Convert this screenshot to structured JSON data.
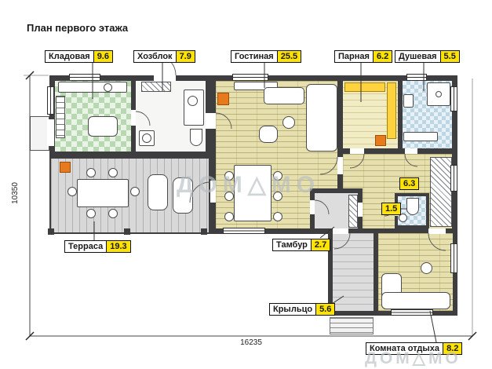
{
  "page": {
    "title": "План первого этажа"
  },
  "watermark": {
    "text": "ДОМ△МО"
  },
  "dims": {
    "width": "16235",
    "height": "10350"
  },
  "rooms": {
    "kladovaya": {
      "name": "Кладовая",
      "area": "9.6"
    },
    "hozblok": {
      "name": "Хозблок",
      "area": "7.9"
    },
    "gostinaya": {
      "name": "Гостиная",
      "area": "25.5"
    },
    "parnaya": {
      "name": "Парная",
      "area": "6.2"
    },
    "dushevaya": {
      "name": "Душевая",
      "area": "5.5"
    },
    "terrasa": {
      "name": "Терраса",
      "area": "19.3"
    },
    "koridor": {
      "area": "6.3"
    },
    "sanuzel": {
      "area": "1.5"
    },
    "tambur": {
      "name": "Тамбур",
      "area": "2.7"
    },
    "kryltso": {
      "name": "Крыльцо",
      "area": "5.6"
    },
    "komnata_otdyha": {
      "name": "Комната отдыха",
      "area": "8.2"
    }
  },
  "colors": {
    "area_highlight": "#ffe300",
    "wall": "#3e3e40",
    "wood_floor": "#e6dfae",
    "tile_green": "#b7d8b0",
    "tile_blue": "#bcd6e4",
    "equipment_orange": "#e87a1e",
    "watermark_gray": "#b8bfc3"
  }
}
